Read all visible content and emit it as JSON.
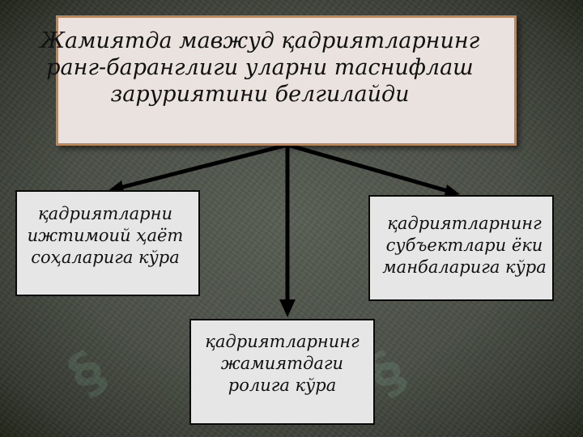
{
  "diagram": {
    "root": "Жамиятда мавжуд қадриятларнинг\nранг-баранглиги уларни таснифлаш\nзаруриятини белгилайди",
    "children": [
      {
        "id": "left",
        "text": "қадриятларни\nижтимоий ҳаёт\nсоҳаларига кўра"
      },
      {
        "id": "right",
        "text": "қадриятларнинг\nсубъектлари ёки\nманбаларига кўра"
      },
      {
        "id": "bottom",
        "text": "қадриятларнинг\nжамиятдаги\nролига кўра"
      }
    ]
  },
  "colors": {
    "background": "#4a4f46",
    "root_fill": "#e9e2df",
    "root_border": "#c8844a",
    "leaf_fill": "#e6e6e6",
    "line": "#000000"
  }
}
